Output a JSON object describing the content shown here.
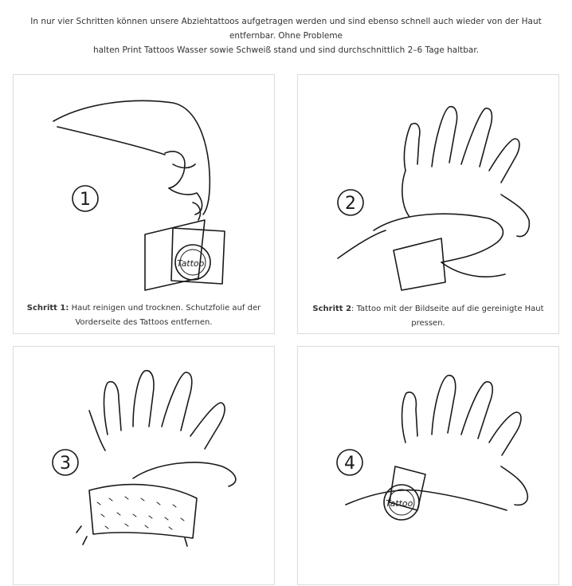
{
  "intro": {
    "line1": "In nur vier Schritten können unsere Abziehtattoos aufgetragen werden und sind ebenso schnell auch wieder von der Haut entfernbar. Ohne Probleme",
    "line2": "halten Print Tattoos Wasser sowie Schweiß stand und sind durchschnittlich 2–6 Tage haltbar."
  },
  "steps": [
    {
      "number": "1",
      "title": "Schritt 1:",
      "text": " Haut reinigen und trocknen. Schutzfolie auf der Vorderseite des Tattoos entfernen."
    },
    {
      "number": "2",
      "title": "Schritt 2",
      "text": ": Tattoo mit der Bildseite auf die gereinigte Haut pressen."
    },
    {
      "number": "3",
      "title": "",
      "text": ""
    },
    {
      "number": "4",
      "title": "",
      "text": ""
    }
  ]
}
